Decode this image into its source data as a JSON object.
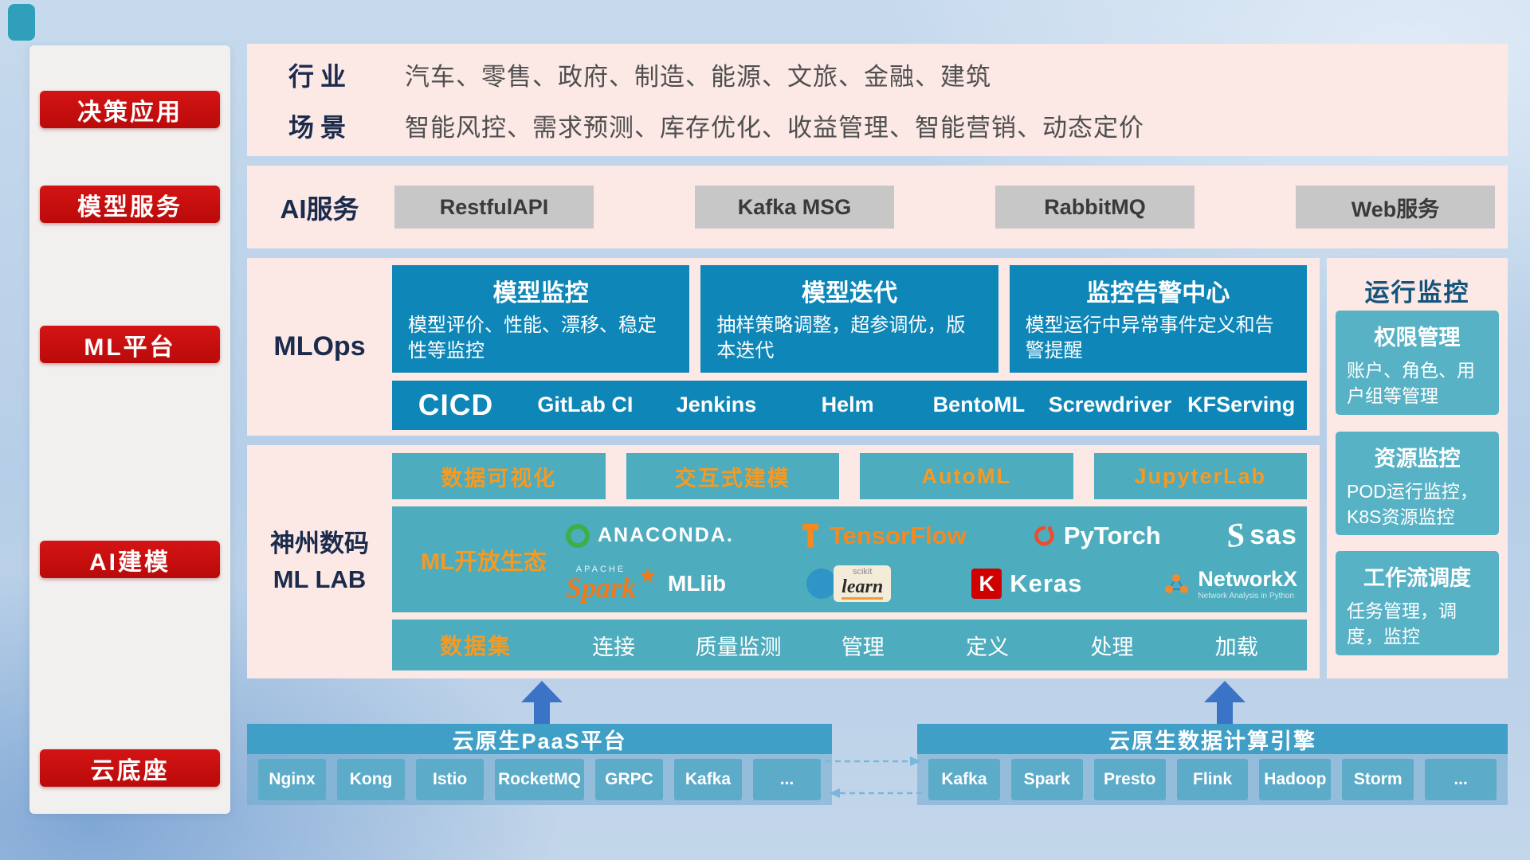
{
  "sidebar": {
    "items": [
      {
        "label": "决策应用"
      },
      {
        "label": "模型服务"
      },
      {
        "label": "ML平台"
      },
      {
        "label": "AI建模"
      },
      {
        "label": "云底座"
      }
    ]
  },
  "industry": {
    "rows": [
      {
        "label": "行业",
        "value": "汽车、零售、政府、制造、能源、文旅、金融、建筑"
      },
      {
        "label": "场景",
        "value": "智能风控、需求预测、库存优化、收益管理、智能营销、动态定价"
      }
    ]
  },
  "ai_service": {
    "label": "AI服务",
    "items": [
      {
        "label": "RestfulAPI"
      },
      {
        "label": "Kafka MSG"
      },
      {
        "label": "RabbitMQ"
      },
      {
        "label": "Web服务"
      }
    ]
  },
  "mlops": {
    "label": "MLOps",
    "cards": [
      {
        "title": "模型监控",
        "desc": "模型评价、性能、漂移、稳定性等监控"
      },
      {
        "title": "模型迭代",
        "desc": "抽样策略调整，超参调优，版本迭代"
      },
      {
        "title": "监控告警中心",
        "desc": "模型运行中异常事件定义和告警提醒"
      }
    ],
    "cicd": {
      "label": "CICD",
      "items": [
        {
          "label": "GitLab CI"
        },
        {
          "label": "Jenkins"
        },
        {
          "label": "Helm"
        },
        {
          "label": "BentoML"
        },
        {
          "label": "Screwdriver"
        },
        {
          "label": "KFServing"
        }
      ]
    }
  },
  "mllab": {
    "label_line1": "神州数码",
    "label_line2": "ML LAB",
    "tools": [
      {
        "label": "数据可视化"
      },
      {
        "label": "交互式建模"
      },
      {
        "label": "AutoML"
      },
      {
        "label": "JupyterLab"
      }
    ],
    "eco": {
      "label": "ML开放生态",
      "logos": {
        "anaconda": {
          "text": "ANACONDA."
        },
        "tensorflow": {
          "text": "TensorFlow"
        },
        "pytorch": {
          "text": "PyTorch"
        },
        "sas": {
          "swoosh": "S",
          "text": "sas"
        },
        "spark": {
          "apache": "APACHE",
          "text": "Spark",
          "mllib": "MLlib"
        },
        "sklearn": {
          "sub": "scikit",
          "text": "learn"
        },
        "keras": {
          "letter": "K",
          "text": "Keras"
        },
        "networkx": {
          "text": "NetworkX",
          "sub": "Network Analysis in Python"
        }
      }
    },
    "dataset": {
      "label": "数据集",
      "items": [
        {
          "label": "连接"
        },
        {
          "label": "质量监测"
        },
        {
          "label": "管理"
        },
        {
          "label": "定义"
        },
        {
          "label": "处理"
        },
        {
          "label": "加载"
        }
      ]
    }
  },
  "monitor": {
    "title": "运行监控",
    "cards": [
      {
        "title": "权限管理",
        "desc": "账户、角色、用户组等管理"
      },
      {
        "title": "资源监控",
        "desc": "POD运行监控，K8S资源监控"
      },
      {
        "title": "工作流调度",
        "desc": "任务管理，调度，监控"
      }
    ]
  },
  "paas": {
    "title": "云原生PaaS平台",
    "items": [
      {
        "label": "Nginx"
      },
      {
        "label": "Kong"
      },
      {
        "label": "Istio"
      },
      {
        "label": "RocketMQ"
      },
      {
        "label": "GRPC"
      },
      {
        "label": "Kafka"
      },
      {
        "label": "..."
      }
    ]
  },
  "engine": {
    "title": "云原生数据计算引擎",
    "items": [
      {
        "label": "Kafka"
      },
      {
        "label": "Spark"
      },
      {
        "label": "Presto"
      },
      {
        "label": "Flink"
      },
      {
        "label": "Hadoop"
      },
      {
        "label": "Storm"
      },
      {
        "label": "..."
      }
    ]
  },
  "colors": {
    "accent_red": "#c30d0d",
    "panel_pink": "#fce9e6",
    "teal_dark": "#0f86b8",
    "teal_light": "#4dacbd",
    "teal_bar": "#3f9fc6",
    "orange": "#f59a23",
    "arrow_blue": "#3b74c6"
  }
}
